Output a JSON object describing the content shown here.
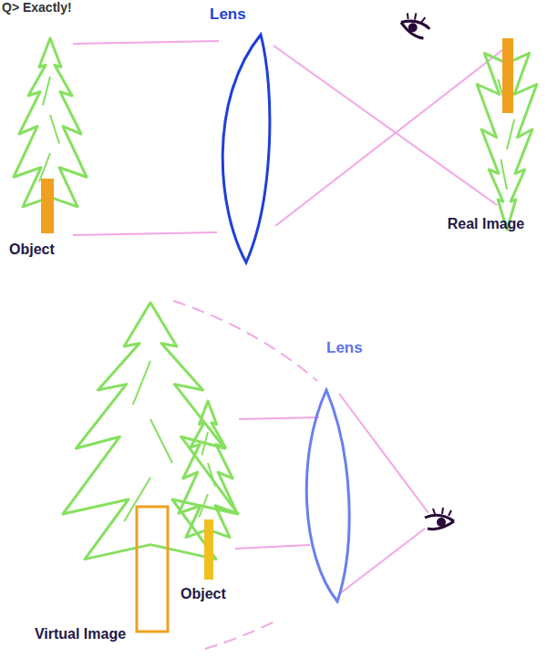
{
  "diagram": {
    "labels": [
      "Q> Exactly!",
      "Lens",
      "Object",
      "Real Image",
      "Lens",
      "Object",
      "Virtual Image"
    ]
  }
}
